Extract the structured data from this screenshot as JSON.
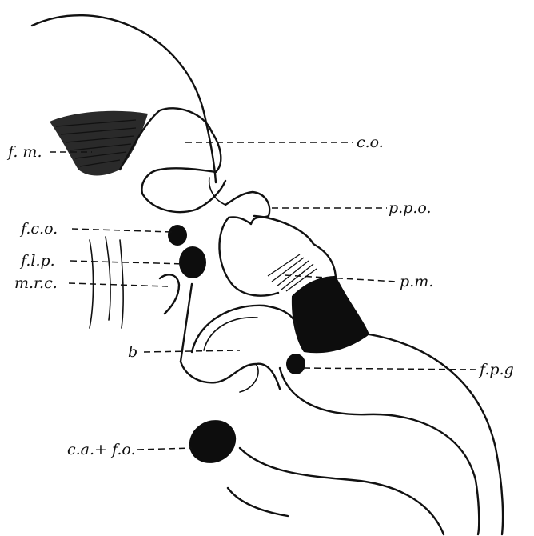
{
  "labels": {
    "fm": "f. m.",
    "co": "c.o.",
    "ppo": "p.p.o.",
    "fco": "f.c.o.",
    "flp": "f.l.p.",
    "mrc": "m.r.c.",
    "pm": "p.m.",
    "b": "b",
    "fpg": "f.p.g",
    "cafo": "c.a.+ f.o."
  }
}
